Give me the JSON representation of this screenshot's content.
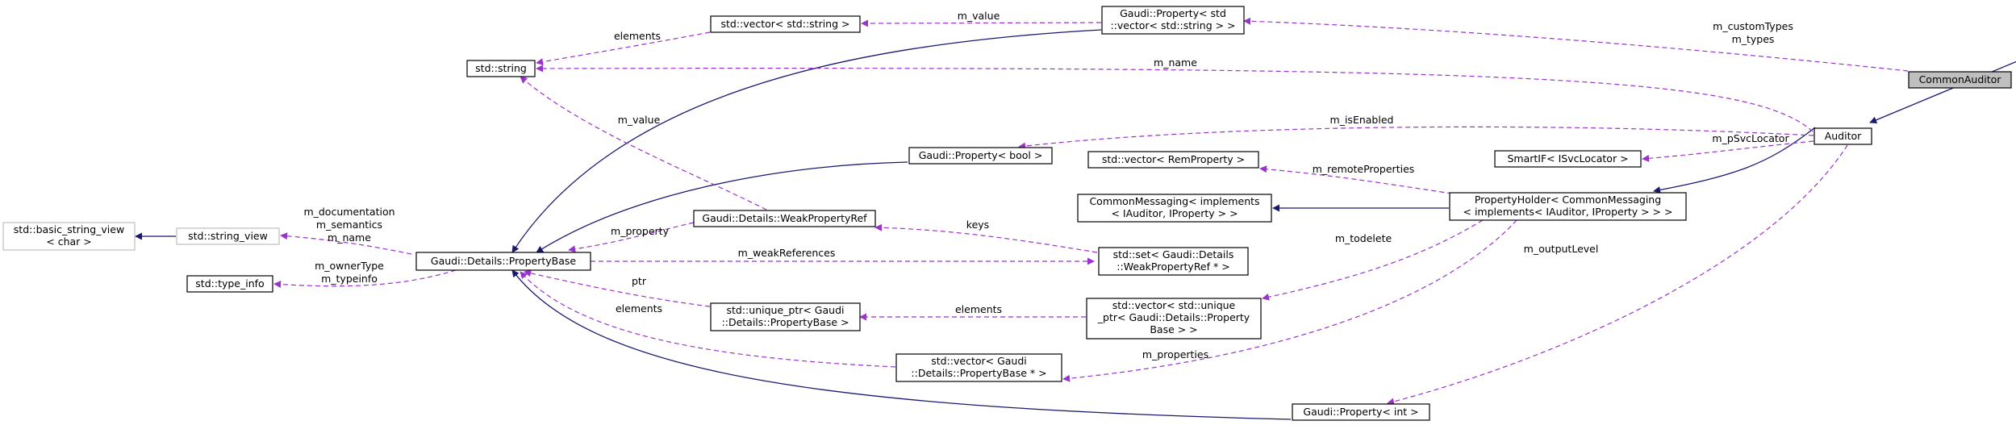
{
  "diagram": {
    "colors": {
      "inheritance": "#191970",
      "usage": "#9a32cd",
      "highlight_fill": "#bfbfbf",
      "external_border": "#bfbfbf"
    },
    "nodes": {
      "common_auditor": "CommonAuditor",
      "auditor": "Auditor",
      "property_vector_string": [
        "Gaudi::Property< std",
        "::vector< std::string > >"
      ],
      "vector_string": "std::vector< std::string >",
      "string": "std::string",
      "property_bool": "Gaudi::Property< bool >",
      "weak_property_ref": "Gaudi::Details::WeakPropertyRef",
      "property_base": "Gaudi::Details::PropertyBase",
      "basic_string_view": [
        "std::basic_string_view",
        "< char >"
      ],
      "string_view": "std::string_view",
      "type_info": "std::type_info",
      "unique_ptr": [
        "std::unique_ptr< Gaudi",
        "::Details::PropertyBase >"
      ],
      "vector_propbase_ptr": [
        "std::vector< Gaudi",
        "::Details::PropertyBase * >"
      ],
      "vector_remproperty": "std::vector< RemProperty >",
      "common_messaging": [
        "CommonMessaging< implements",
        "< IAuditor, IProperty > >"
      ],
      "set_weakref": [
        "std::set< Gaudi::Details",
        "::WeakPropertyRef * >"
      ],
      "vector_unique_ptr": [
        "std::vector< std::unique",
        "_ptr< Gaudi::Details::Property",
        "Base > >"
      ],
      "smartif": "SmartIF< ISvcLocator >",
      "property_holder": [
        "PropertyHolder< CommonMessaging",
        "< implements< IAuditor, IProperty > > >"
      ],
      "property_int": "Gaudi::Property< int >"
    },
    "edge_labels": {
      "custom_types": [
        "m_customTypes",
        "m_types"
      ],
      "m_value_top": "m_value",
      "elements_top": "elements",
      "m_name": "m_name",
      "m_value_mid": "m_value",
      "m_is_enabled": "m_isEnabled",
      "m_psvclocator": "m_pSvcLocator",
      "m_remote_properties": "m_remoteProperties",
      "string_view_members": [
        "m_documentation",
        "m_semantics",
        "m_name"
      ],
      "m_property": "m_property",
      "keys": "keys",
      "m_weak_references": "m_weakReferences",
      "type_info_members": [
        "m_ownerType",
        "m_typeinfo"
      ],
      "ptr": "ptr",
      "elements_mid": "elements",
      "elements_low": "elements",
      "m_todelete": "m_todelete",
      "m_output_level": "m_outputLevel",
      "m_properties": "m_properties"
    }
  }
}
